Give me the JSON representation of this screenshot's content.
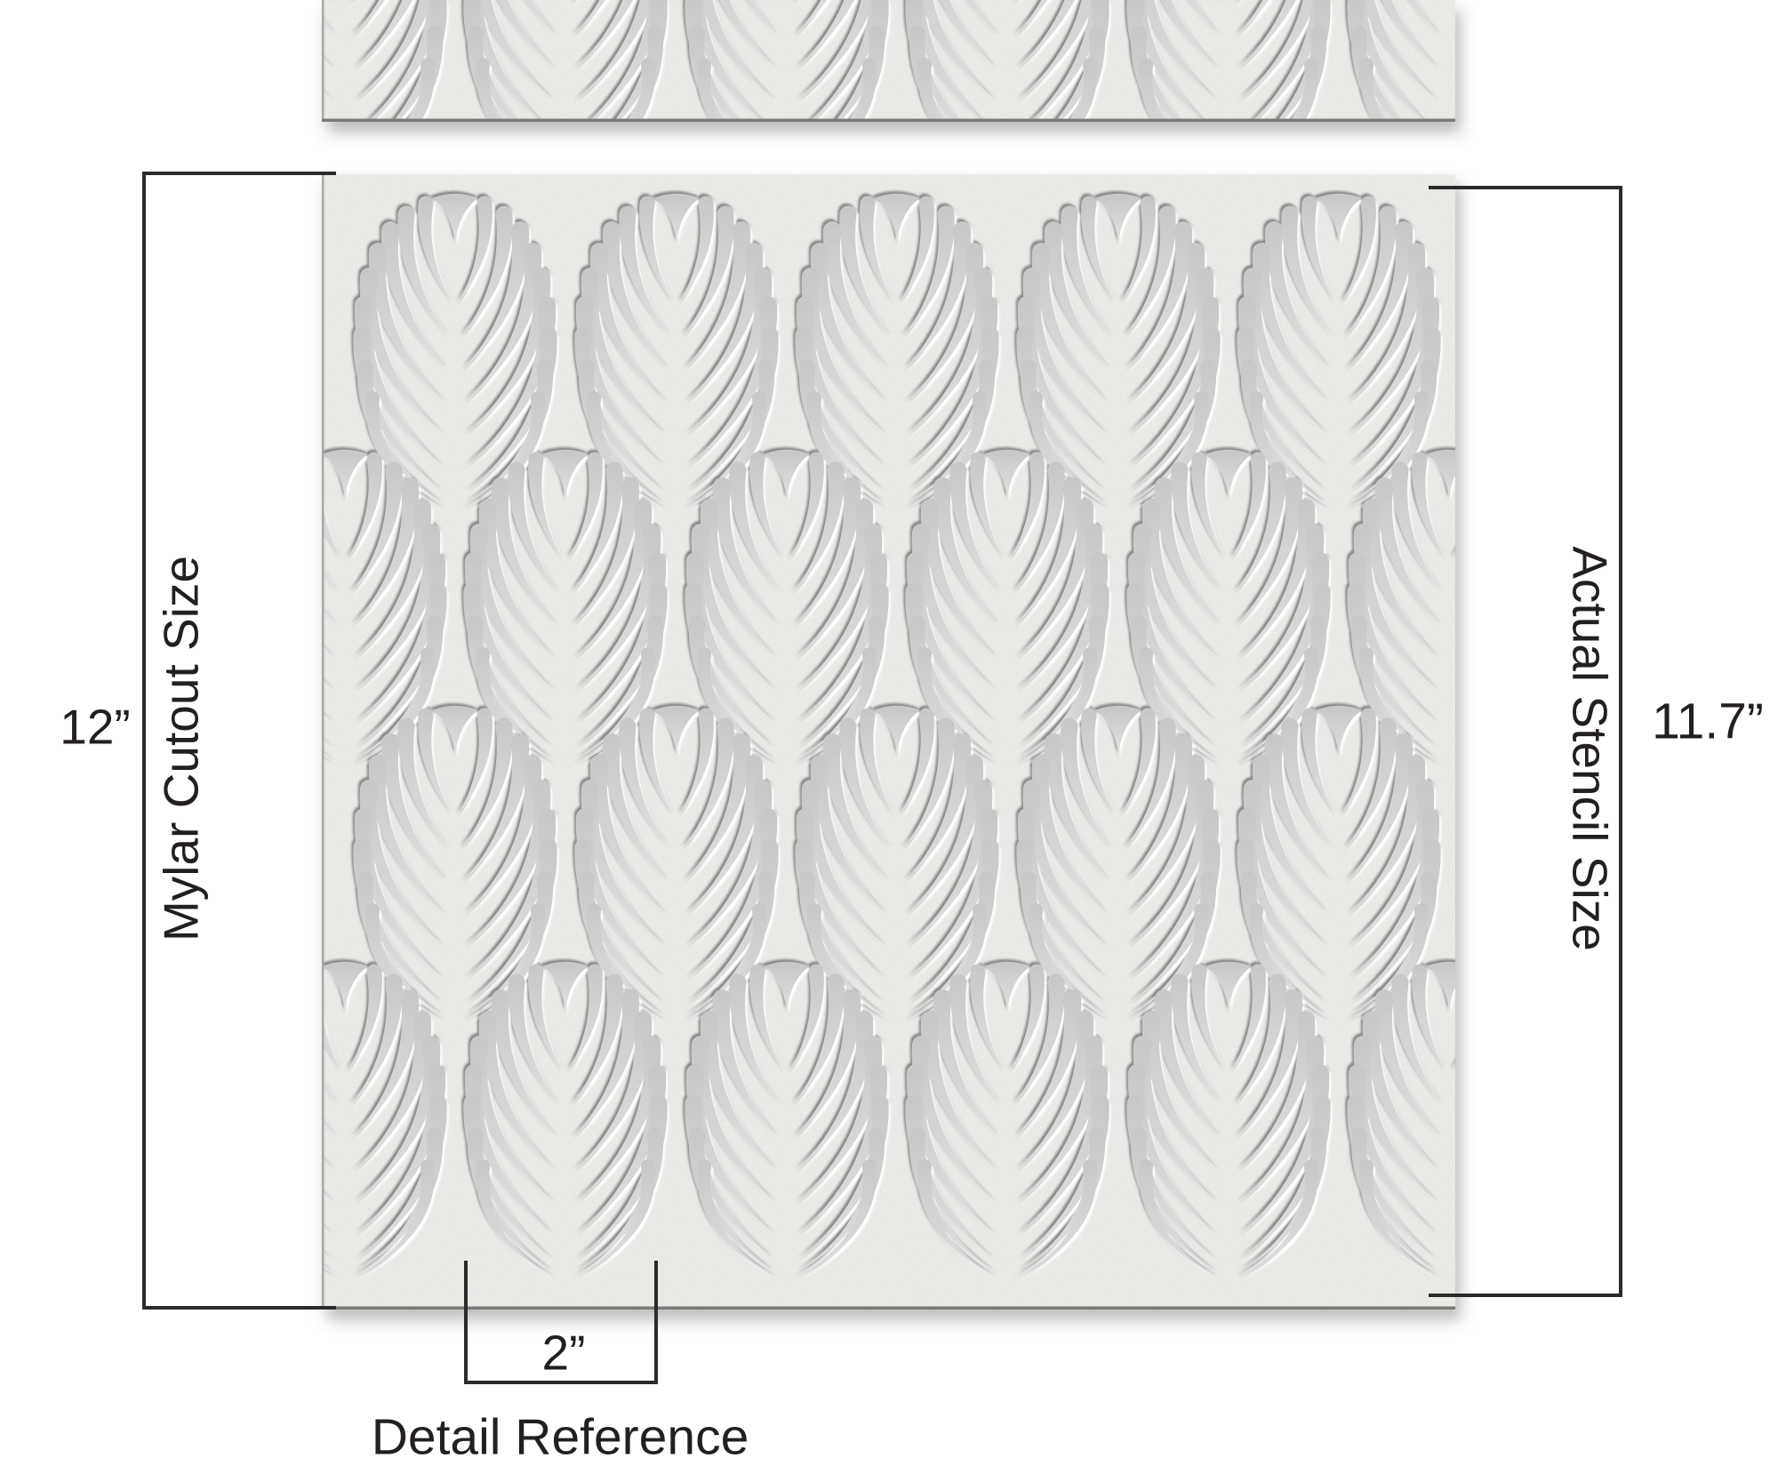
{
  "diagram": {
    "subject": "Art Deco fan pattern stencil sheet",
    "dimensions": {
      "left": {
        "value": "12”",
        "label": "Mylar Cutout Size"
      },
      "right": {
        "value": "11.7”",
        "label": "Actual Stencil Size"
      },
      "bottom": {
        "value": "2”",
        "label": "Detail Reference"
      }
    },
    "colors": {
      "background": "#ffffff",
      "stencil_surface": "#e6e5e2",
      "cutout_fill_top": "#c7c7c7",
      "cutout_fill_bottom": "#e0e0e0",
      "dimension_line": "#2b2b2b",
      "text": "#231f20"
    }
  }
}
